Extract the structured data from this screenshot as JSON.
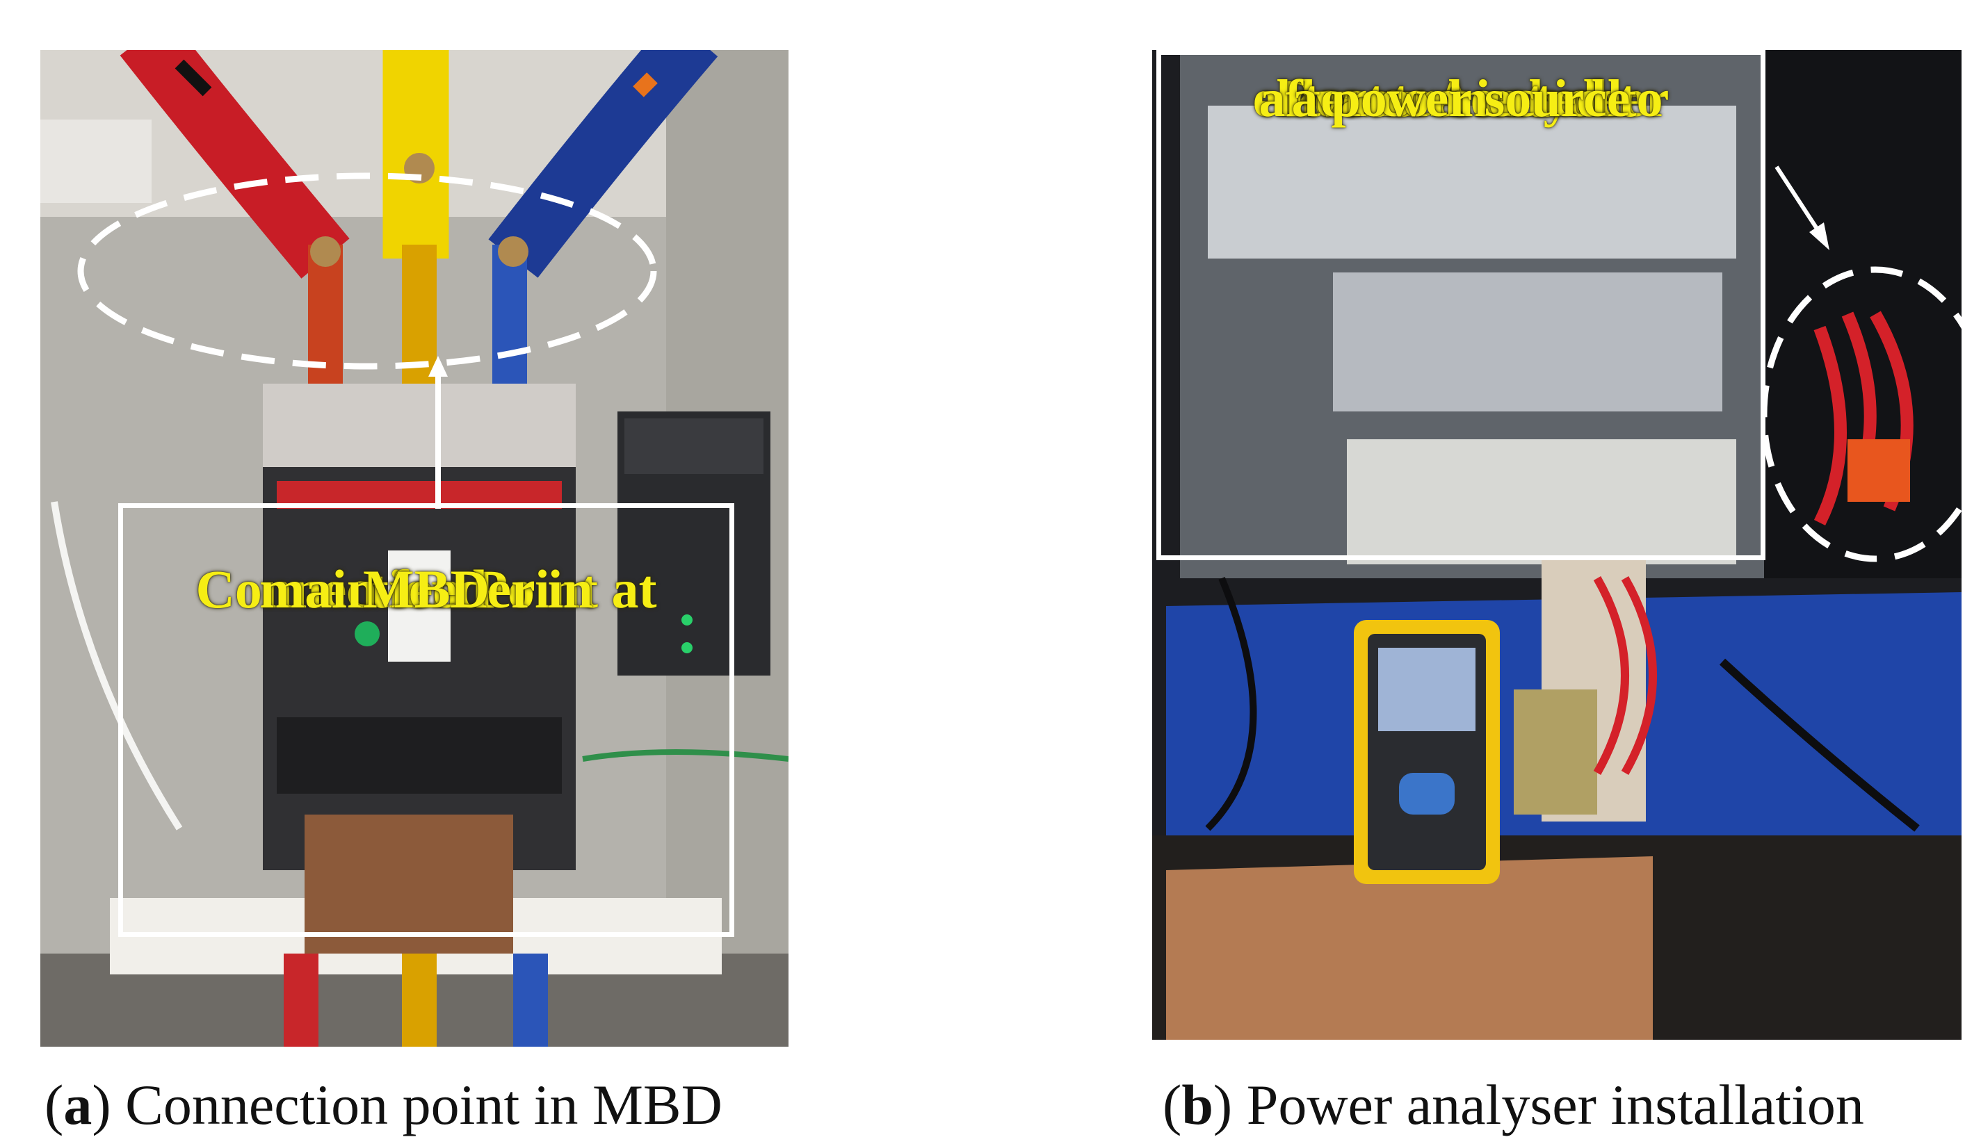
{
  "panel_a": {
    "overlay_lines": [
      "Connection Point at",
      "main feeder in",
      "MBD"
    ],
    "caption": {
      "letter": "a",
      "text": "Connection point in MBD"
    }
  },
  "panel_b": {
    "overlay_lines": [
      "Power Analyzer",
      "located in side",
      "elevator controller",
      "after connected to",
      "a power source"
    ],
    "caption": {
      "letter": "b",
      "text": "Power analyser installation"
    }
  },
  "colors": {
    "overlay_text": "#f6ee14",
    "box_outline": "#ffffff",
    "cable_red": "#d41e28",
    "cable_yellow": "#f2d800",
    "cable_blue": "#1f3f9a"
  }
}
